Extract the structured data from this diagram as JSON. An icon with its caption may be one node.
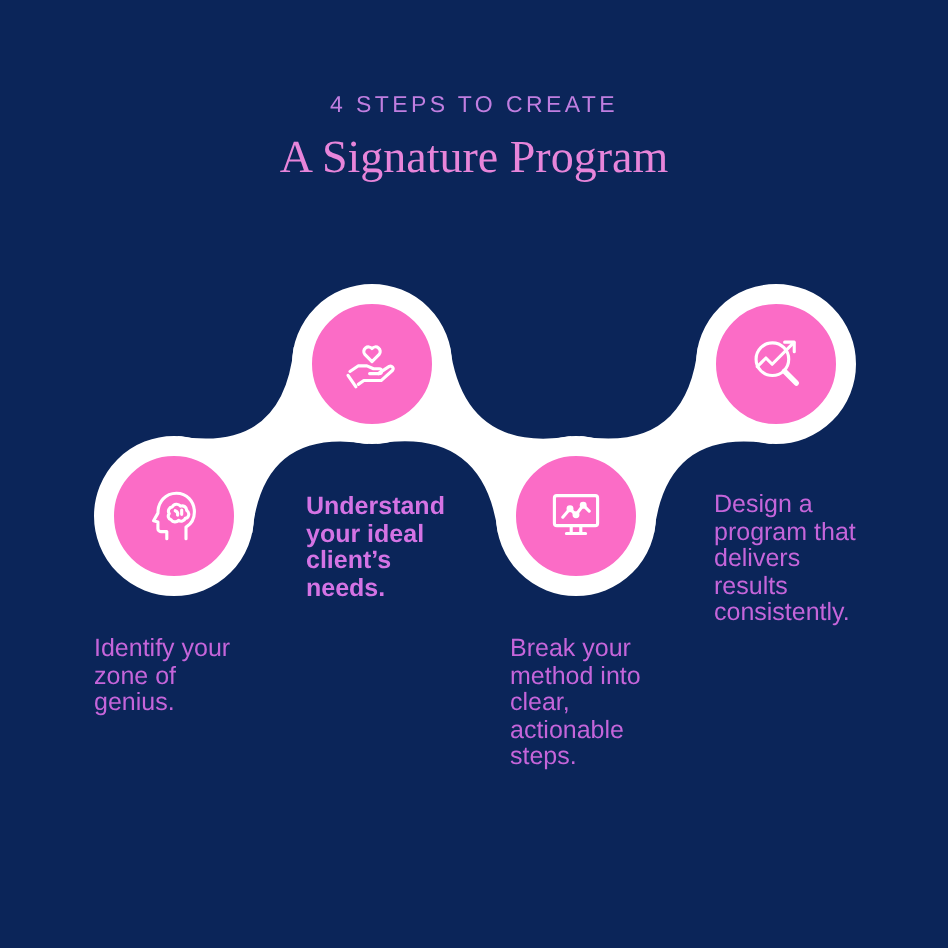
{
  "diagram": {
    "title": "A Signature Program",
    "nodes": [
      {
        "text": [],
        "shape": "circle",
        "beside": [
          "Identify your zone of genius."
        ]
      },
      {
        "text": [],
        "shape": "circle",
        "beside": [
          "Understand your ideal client’s needs."
        ]
      },
      {
        "text": [],
        "shape": "circle",
        "beside": [
          "Break your method into clear, actionable steps."
        ]
      },
      {
        "text": [],
        "shape": "circle",
        "beside": [
          "Design a program that delivers results consistently."
        ]
      }
    ],
    "edges": [
      {
        "from": 0,
        "to": 1,
        "arrow": "none"
      },
      {
        "from": 1,
        "to": 2,
        "arrow": "none"
      },
      {
        "from": 2,
        "to": 3,
        "arrow": "none"
      }
    ],
    "labels": [
      "4 STEPS TO CREATE"
    ]
  }
}
